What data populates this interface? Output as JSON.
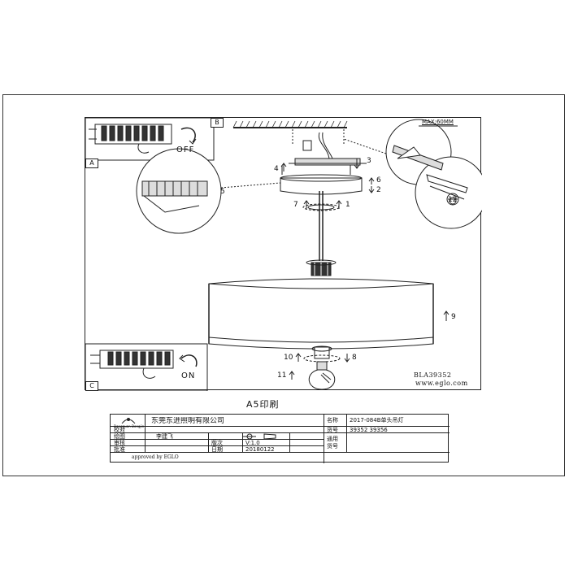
{
  "callouts": {
    "section_a": "A",
    "section_b": "B",
    "section_c": "C",
    "step_1": "1",
    "step_2": "2",
    "step_3": "3",
    "step_4": "4",
    "step_5": "5",
    "step_6": "6",
    "step_7": "7",
    "step_8": "8",
    "step_9": "9",
    "step_10": "10",
    "step_11": "11",
    "step_12": "12"
  },
  "states": {
    "off": "OFF",
    "on": "ON"
  },
  "max_note": "MAX:60MM",
  "model_code": "BLA39352",
  "website": "www.eglo.com",
  "print_title": "A5印刷",
  "title_block": {
    "company": "东莞东进照明有限公司",
    "logo_text": "Dongguan Dongjin",
    "row_check": "校对",
    "row_draw": "绘图",
    "drawer": "李建飞",
    "row_review": "审核",
    "row_approve": "批准",
    "version_label": "版次",
    "version": "V:1.0",
    "date_label": "日期",
    "date": "20180122",
    "approved_by": "approved by EGLO",
    "name_label": "名称",
    "name_value": "2017-084B单头吊灯",
    "item_label": "货号",
    "item_value": "39352  39356",
    "general_label": "通用",
    "general_label_2": "货号"
  },
  "colors": {
    "line": "#222222",
    "fill_dark": "#333333",
    "fill_light": "#dddddd"
  }
}
